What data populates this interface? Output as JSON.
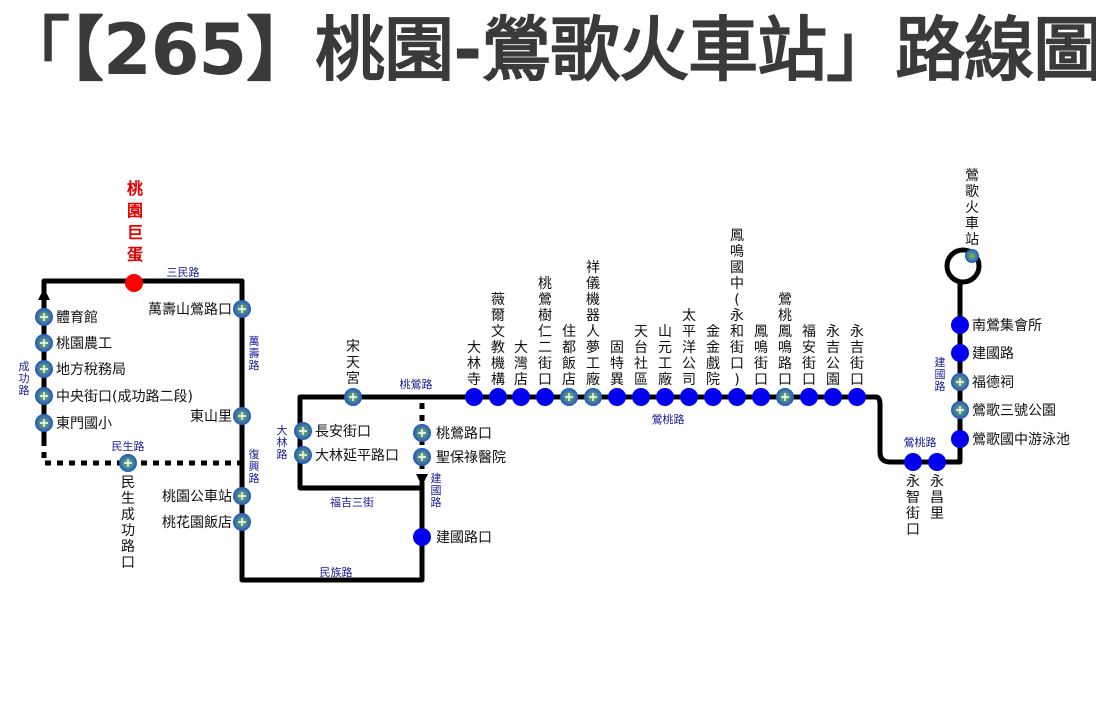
{
  "title": "「【265】桃園-鶯歌火車站」路線圖",
  "colors": {
    "route": "#000000",
    "stop_blue": "#0000ee",
    "stop_green": "#6ab04c",
    "terminal": "#ff0000",
    "road_label": "#1a1a9a"
  },
  "terminal_start": "桃園巨蛋",
  "terminal_end": "鶯歌火車站",
  "roads": {
    "sanmin": "三民路",
    "wanshou": "萬壽路",
    "fuxing": "復興路",
    "chenggong": "成功路",
    "minsheng": "民生路",
    "minzu": "民族路",
    "dalin": "大林路",
    "fuji3": "福吉三街",
    "taoying_a": "桃鶯路",
    "taoying_b": "鶯桃路",
    "jianguo_a": "建國路",
    "jianguo_b": "建國路",
    "yingtao_c": "鶯桃路"
  },
  "stops": {
    "wanshoushan": "萬壽山鶯路口",
    "dongshanli": "東山里",
    "taoyuan_bus": "桃園公車站",
    "taohuayuan": "桃花園飯店",
    "tiyuguan": "體育館",
    "nongong": "桃園農工",
    "shuiwuju": "地方稅務局",
    "zhongyang": "中央街口(成功路二段)",
    "dongmen": "東門國小",
    "minsheng_chenggong": "民生成功路口",
    "songtiangong": "宋天宮",
    "changan": "長安街口",
    "dalin_yanping": "大林延平路口",
    "taoying_rd": "桃鶯路口",
    "shengbao": "聖保祿醫院",
    "jianguo_rd": "建國路口",
    "dalinsi": "大林寺",
    "weier": "薇爾文教機構",
    "dawan": "大灣店",
    "shuren2": "桃鶯樹仁二街口",
    "jiadu": "住都飯店",
    "xiangyi": "祥儀機器人夢工廠",
    "gute": "固特異",
    "tiantai": "天台社區",
    "shanyuan": "山元工廠",
    "taipingyang": "太平洋公司",
    "jinjin": "金金戲院",
    "fengming_zhong": "鳳鳴國中(永和街口)",
    "fengming_st": "鳳鳴街口",
    "taofeng": "鶯桃鳳鳴路口",
    "fuan": "福安街口",
    "yongji_park": "永吉公園",
    "yongji_st": "永吉街口",
    "yongzhi": "永智街口",
    "yongchang": "永昌里",
    "nanying": "南鶯集會所",
    "jianguo_lu": "建國路",
    "fudeci": "福德祠",
    "yingge3": "鶯歌三號公園",
    "yingge_pool": "鶯歌國中游泳池"
  }
}
